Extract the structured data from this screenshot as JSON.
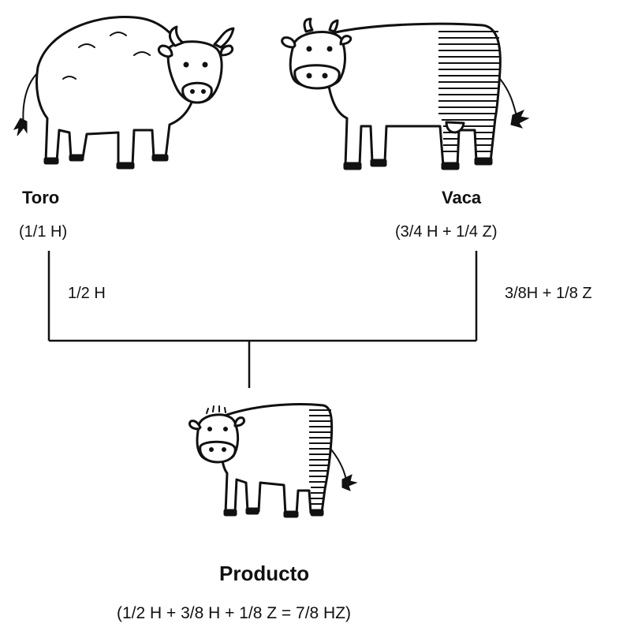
{
  "bull": {
    "name": "Toro",
    "composition": "(1/1 H)",
    "contribution": "1/2 H"
  },
  "cow": {
    "name": "Vaca",
    "composition": "(3/4 H + 1/4 Z)",
    "contribution": "3/8H + 1/8 Z"
  },
  "product": {
    "name": "Producto",
    "composition": "(1/2 H + 3/8 H + 1/8 Z = 7/8 HZ)"
  }
}
